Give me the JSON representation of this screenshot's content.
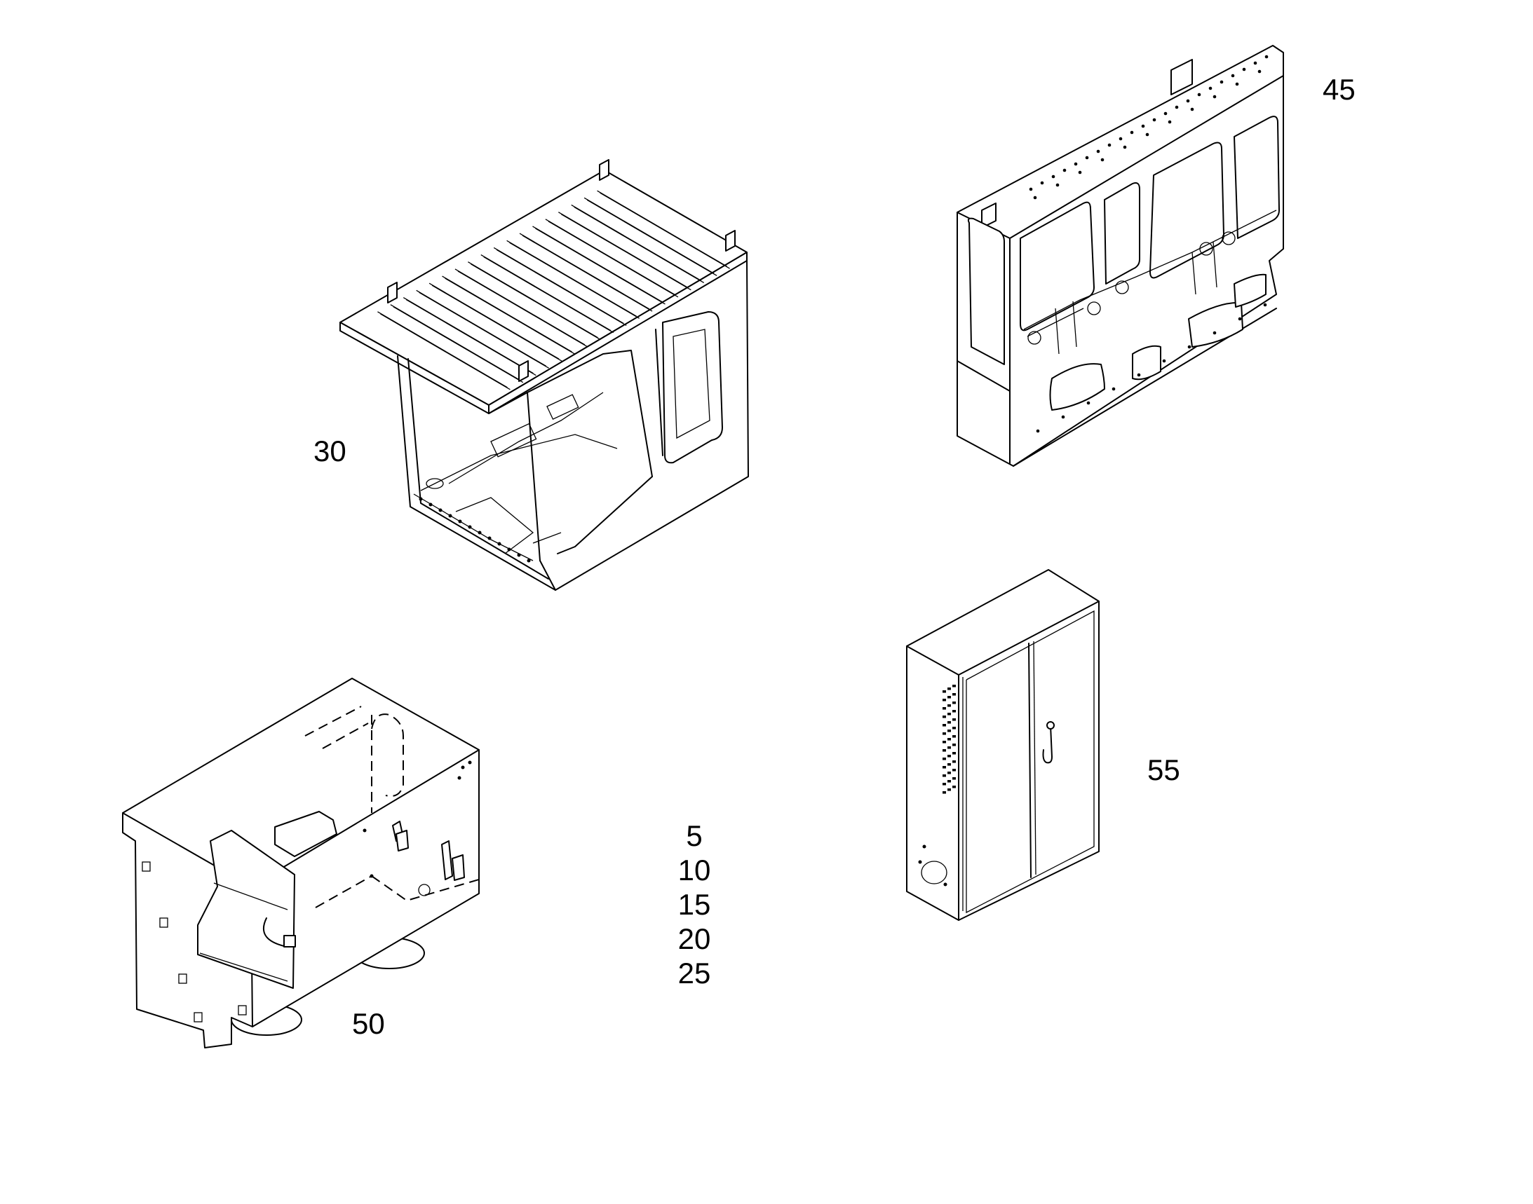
{
  "callouts": {
    "cab": "30",
    "frame": "45",
    "base": "50",
    "cabinet": "55",
    "list": [
      "5",
      "10",
      "15",
      "20",
      "25"
    ]
  },
  "colors": {
    "line": "#000000",
    "background": "#ffffff"
  }
}
